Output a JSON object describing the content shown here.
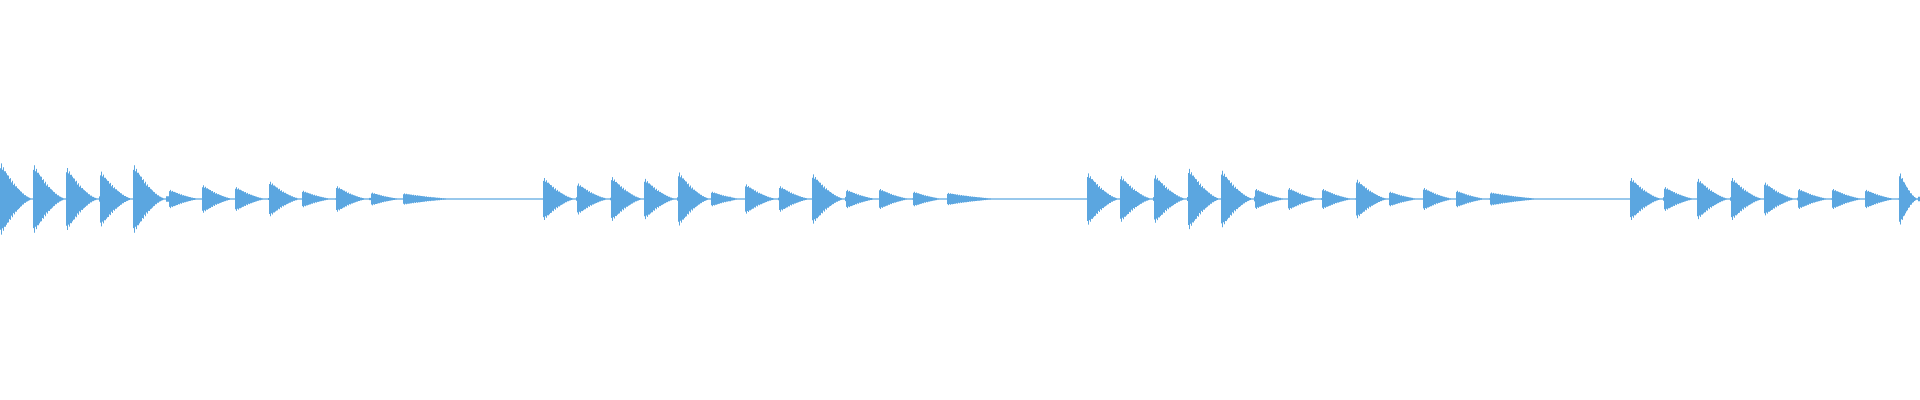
{
  "waveform": {
    "color": "#5ba6e0",
    "background": "#ffffff",
    "icon": "audio-waveform",
    "phrases": [
      {
        "notes": [
          {
            "start": 0.0,
            "amp": 0.78,
            "decay": 0.034
          },
          {
            "start": 0.034,
            "amp": 0.74,
            "decay": 0.034
          },
          {
            "start": 0.069,
            "amp": 0.68,
            "decay": 0.034
          },
          {
            "start": 0.104,
            "amp": 0.6,
            "decay": 0.034
          },
          {
            "start": 0.139,
            "amp": 0.74,
            "decay": 0.034
          },
          {
            "start": 0.176,
            "amp": 0.2,
            "decay": 0.034
          },
          {
            "start": 0.21,
            "amp": 0.3,
            "decay": 0.034
          },
          {
            "start": 0.245,
            "amp": 0.26,
            "decay": 0.034
          },
          {
            "start": 0.28,
            "amp": 0.38,
            "decay": 0.034
          },
          {
            "start": 0.315,
            "amp": 0.18,
            "decay": 0.034
          },
          {
            "start": 0.35,
            "amp": 0.28,
            "decay": 0.034
          },
          {
            "start": 0.386,
            "amp": 0.14,
            "decay": 0.034
          },
          {
            "start": 0.42,
            "amp": 0.12,
            "decay": 0.06
          }
        ]
      },
      {
        "notes": [
          {
            "start": 0.566,
            "amp": 0.46,
            "decay": 0.034
          },
          {
            "start": 0.601,
            "amp": 0.34,
            "decay": 0.034
          },
          {
            "start": 0.636,
            "amp": 0.48,
            "decay": 0.034
          },
          {
            "start": 0.671,
            "amp": 0.44,
            "decay": 0.034
          },
          {
            "start": 0.706,
            "amp": 0.58,
            "decay": 0.034
          },
          {
            "start": 0.741,
            "amp": 0.16,
            "decay": 0.034
          },
          {
            "start": 0.776,
            "amp": 0.32,
            "decay": 0.034
          },
          {
            "start": 0.811,
            "amp": 0.28,
            "decay": 0.034
          },
          {
            "start": 0.846,
            "amp": 0.54,
            "decay": 0.034
          },
          {
            "start": 0.881,
            "amp": 0.2,
            "decay": 0.034
          },
          {
            "start": 0.916,
            "amp": 0.22,
            "decay": 0.034
          },
          {
            "start": 0.951,
            "amp": 0.16,
            "decay": 0.034
          },
          {
            "start": 0.986,
            "amp": 0.13,
            "decay": 0.06
          }
        ]
      },
      {
        "notes": [
          {
            "start": 1.132,
            "amp": 0.56,
            "decay": 0.034
          },
          {
            "start": 1.167,
            "amp": 0.5,
            "decay": 0.034
          },
          {
            "start": 1.202,
            "amp": 0.52,
            "decay": 0.034
          },
          {
            "start": 1.237,
            "amp": 0.66,
            "decay": 0.034
          },
          {
            "start": 1.272,
            "amp": 0.62,
            "decay": 0.034
          },
          {
            "start": 1.307,
            "amp": 0.22,
            "decay": 0.034
          },
          {
            "start": 1.342,
            "amp": 0.24,
            "decay": 0.034
          },
          {
            "start": 1.377,
            "amp": 0.22,
            "decay": 0.034
          },
          {
            "start": 1.412,
            "amp": 0.42,
            "decay": 0.034
          },
          {
            "start": 1.447,
            "amp": 0.16,
            "decay": 0.034
          },
          {
            "start": 1.482,
            "amp": 0.24,
            "decay": 0.034
          },
          {
            "start": 1.517,
            "amp": 0.18,
            "decay": 0.034
          },
          {
            "start": 1.552,
            "amp": 0.14,
            "decay": 0.06
          }
        ]
      },
      {
        "notes": [
          {
            "start": 1.698,
            "amp": 0.46,
            "decay": 0.034
          },
          {
            "start": 1.733,
            "amp": 0.26,
            "decay": 0.034
          },
          {
            "start": 1.768,
            "amp": 0.44,
            "decay": 0.034
          },
          {
            "start": 1.803,
            "amp": 0.46,
            "decay": 0.034
          },
          {
            "start": 1.838,
            "amp": 0.36,
            "decay": 0.034
          },
          {
            "start": 1.873,
            "amp": 0.22,
            "decay": 0.034
          },
          {
            "start": 1.908,
            "amp": 0.22,
            "decay": 0.034
          },
          {
            "start": 1.943,
            "amp": 0.2,
            "decay": 0.034
          },
          {
            "start": 1.978,
            "amp": 0.58,
            "decay": 0.02
          }
        ]
      }
    ]
  }
}
